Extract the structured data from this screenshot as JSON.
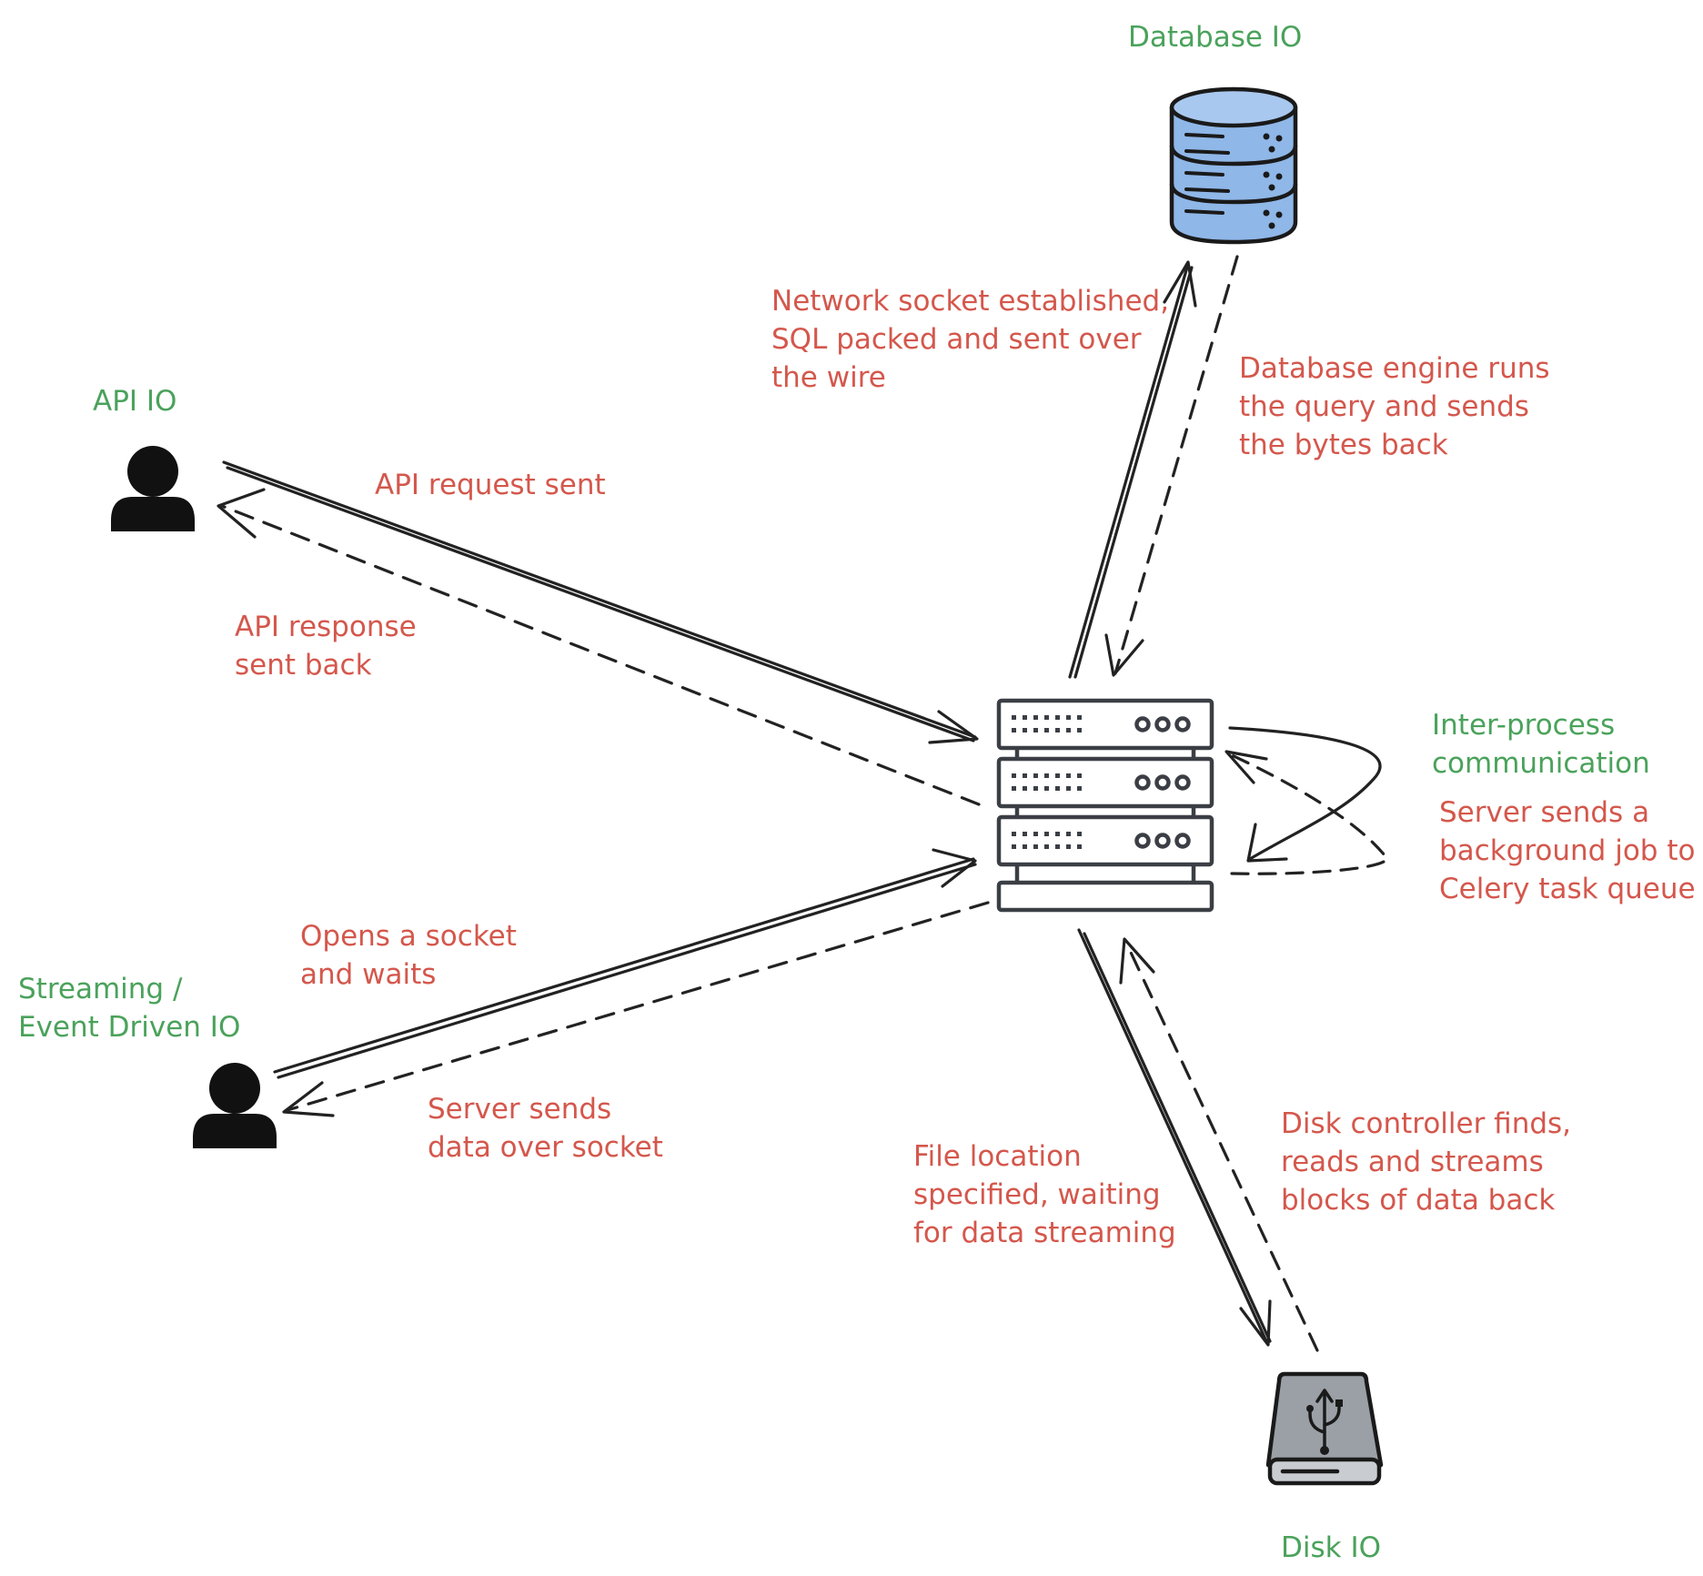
{
  "colors": {
    "node_label": "#4aa25b",
    "edge_label": "#d4574c",
    "ink": "#222222",
    "database_fill": "#8fb7e8",
    "disk_fill": "#9aa0a6"
  },
  "nodes": {
    "database": {
      "label": "Database IO",
      "icon": "database-icon"
    },
    "api": {
      "label": "API IO",
      "icon": "user-icon"
    },
    "streaming": {
      "label": "Streaming /\nEvent Driven IO",
      "icon": "user-icon"
    },
    "server": {
      "icon": "server-rack-icon"
    },
    "ipc": {
      "label": "Inter-process\ncommunication"
    },
    "disk": {
      "label": "Disk IO",
      "icon": "usb-drive-icon"
    }
  },
  "edges": {
    "db_request": "Network socket established,\nSQL packed and sent over\nthe wire",
    "db_response": "Database engine runs\nthe query and sends\nthe bytes back",
    "api_request": "API request sent",
    "api_response": "API response\nsent back",
    "ipc_job": "Server sends a\nbackground job to\nCelery task queue",
    "stream_open": "Opens a socket\nand waits",
    "stream_data": "Server sends\ndata over socket",
    "disk_request": "File location\nspecified, waiting\nfor data streaming",
    "disk_response": "Disk controller finds,\nreads and streams\nblocks of data back"
  }
}
